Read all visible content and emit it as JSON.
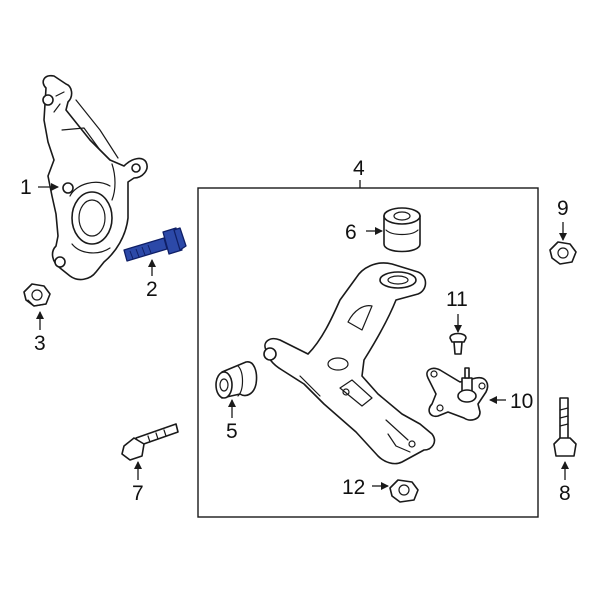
{
  "diagram": {
    "callouts": [
      "1",
      "2",
      "3",
      "4",
      "5",
      "6",
      "7",
      "8",
      "9",
      "10",
      "11",
      "12"
    ],
    "highlighted_part": "2",
    "highlight_color": "#2c49a8",
    "line_color": "#1a1a1a",
    "background": "#ffffff"
  }
}
